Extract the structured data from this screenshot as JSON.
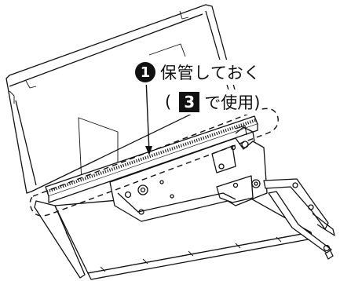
{
  "callout": {
    "step_number": "1",
    "text": "保管しておく"
  },
  "subnote": {
    "open_paren": "(",
    "ref_number": "3",
    "text": "で使用)"
  },
  "colors": {
    "line": "#111111",
    "badge_bg": "#111111",
    "badge_text": "#ffffff",
    "background": "#ffffff"
  }
}
